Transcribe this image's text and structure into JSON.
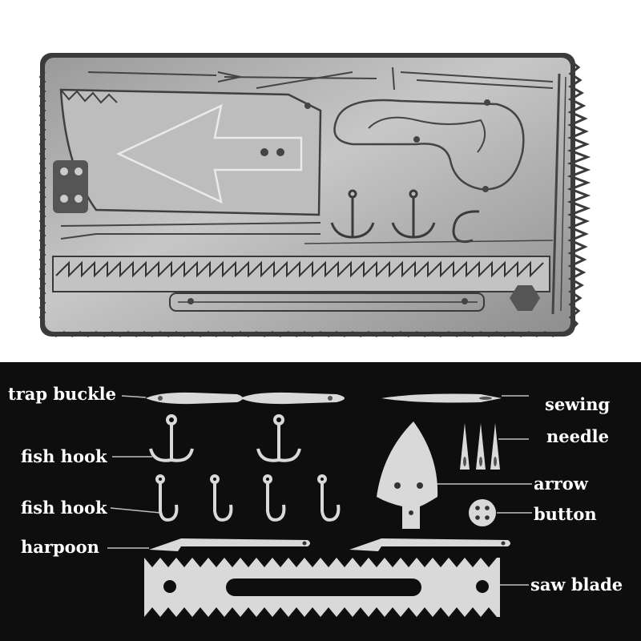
{
  "labels": {
    "trap_buckle": "trap buckle",
    "fish_hook_1": "fish hook",
    "fish_hook_2": "fish hook",
    "harpoon": "harpoon",
    "sewing": "sewing",
    "needle": "needle",
    "arrow": "arrow",
    "button": "button",
    "saw_blade": "saw blade"
  },
  "colors": {
    "card_metal": "#b4b4b4",
    "card_edge": "#3a3a3a",
    "dark_background": "#0e0e0e",
    "silver_parts": "#d9d9d9",
    "label_text": "#ffffff"
  }
}
